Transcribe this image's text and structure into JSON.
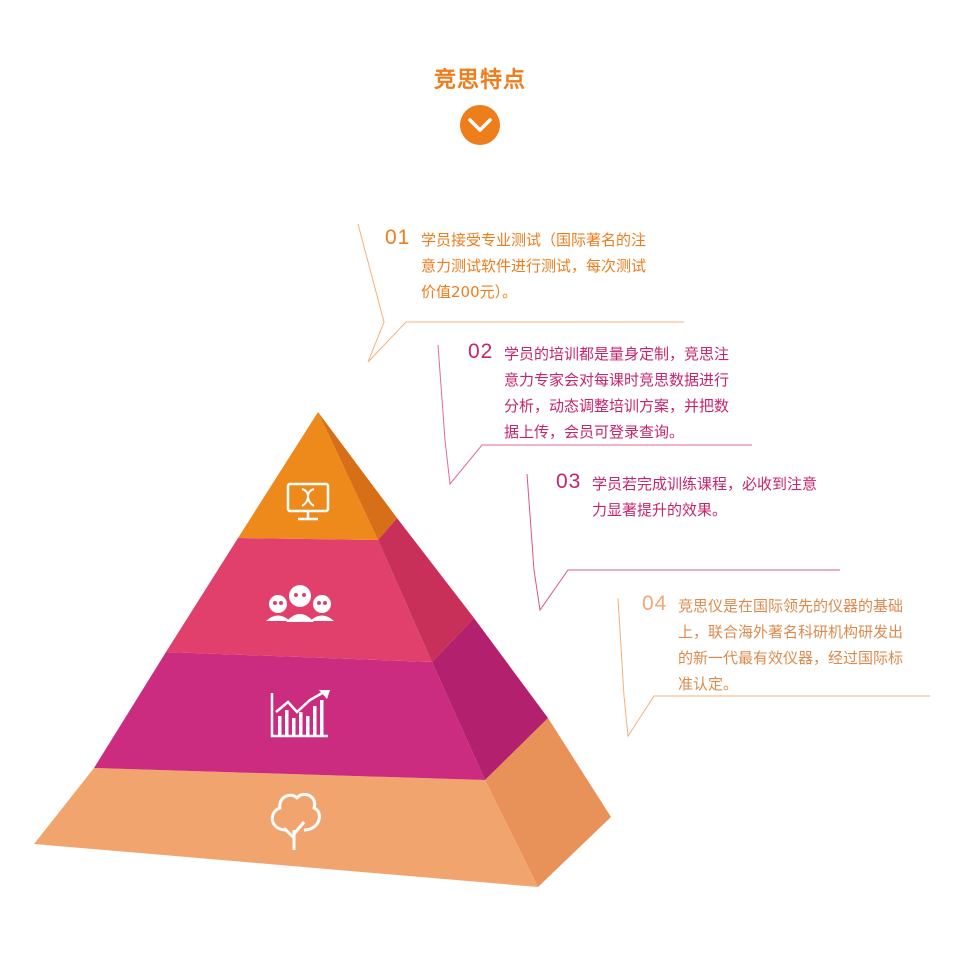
{
  "title": "竞思特点",
  "colors": {
    "title": "#ee7d1b",
    "tier1": "#ee8a1c",
    "tier2": "#e0406b",
    "tier3": "#cc2c80",
    "tier4": "#f2a46f"
  },
  "icons": [
    "chevron-down-icon",
    "monitor-dna-icon",
    "people-group-icon",
    "growth-chart-icon",
    "tree-icon"
  ],
  "notes": [
    {
      "num": "01",
      "text": "学员接受专业测试（国际著名的注\n意力测试软件进行测试，每次测试\n价值200元）。"
    },
    {
      "num": "02",
      "text": "学员的培训都是量身定制，竞思注\n意力专家会对每课时竞思数据进行\n分析，动态调整培训方案，并把数\n据上传，会员可登录查询。"
    },
    {
      "num": "03",
      "text": "学员若完成训练课程，必收到注意\n力显著提升的效果。"
    },
    {
      "num": "04",
      "text": "竞思仪是在国际领先的仪器的基础\n上，联合海外著名科研机构研发出\n的新一代最有效仪器，经过国际标\n准认定。"
    }
  ]
}
